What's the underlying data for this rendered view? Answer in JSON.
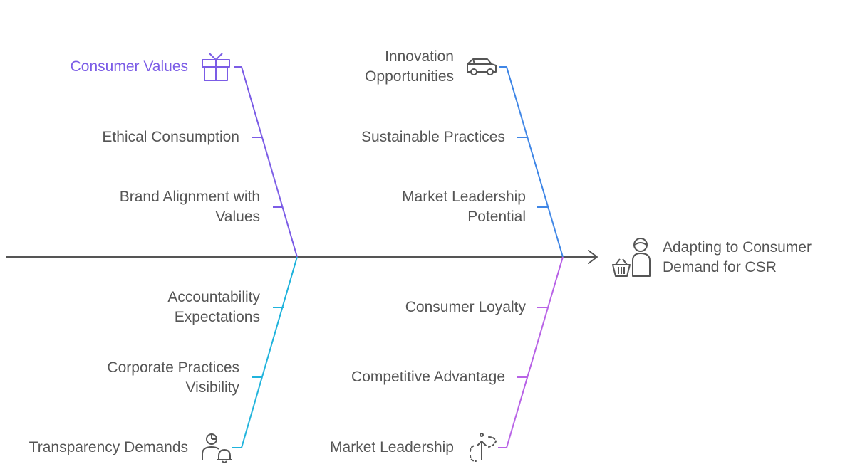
{
  "effect": {
    "line1": "Adapting to Consumer",
    "line2": "Demand for CSR",
    "icon": "shopping-basket-person-icon"
  },
  "categories": [
    {
      "key": "consumer_values",
      "title": "Consumer Values",
      "color": "#7b5ce6",
      "icon": "gift-icon",
      "causes": [
        {
          "line1": "Ethical Consumption"
        },
        {
          "line1": "Brand Alignment with",
          "line2": "Values"
        }
      ]
    },
    {
      "key": "innovation",
      "title_line1": "Innovation",
      "title_line2": "Opportunities",
      "color": "#3f86e6",
      "icon": "car-icon",
      "causes": [
        {
          "line1": "Sustainable Practices"
        },
        {
          "line1": "Market Leadership",
          "line2": "Potential"
        }
      ]
    },
    {
      "key": "transparency",
      "title": "Transparency Demands",
      "color": "#1fb3dc",
      "icon": "person-chart-bell-icon",
      "causes": [
        {
          "line1": "Accountability",
          "line2": "Expectations"
        },
        {
          "line1": "Corporate Practices",
          "line2": "Visibility"
        }
      ]
    },
    {
      "key": "market_leadership",
      "title": "Market Leadership",
      "color": "#b862e6",
      "icon": "growth-arrow-icon",
      "causes": [
        {
          "line1": "Consumer Loyalty"
        },
        {
          "line1": "Competitive Advantage"
        }
      ]
    }
  ],
  "spine_color": "#555555",
  "text_color": "#555555"
}
